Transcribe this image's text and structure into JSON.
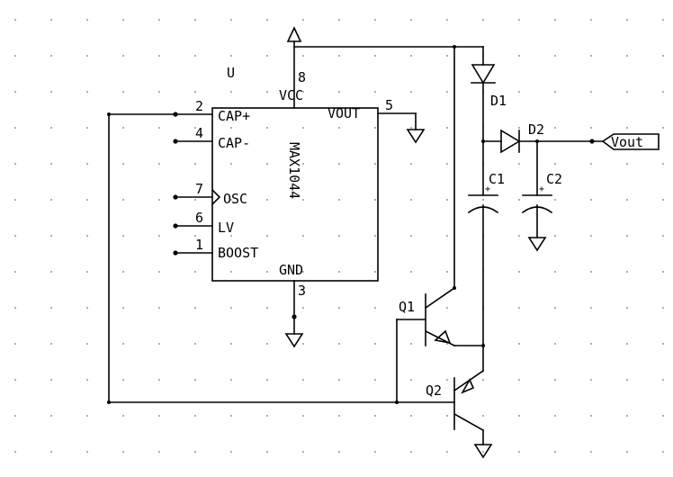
{
  "component": {
    "ref": "U",
    "part": "MAX1044",
    "pins": {
      "p8": "8",
      "vcc": "VCC",
      "p2": "2",
      "cap_plus": "CAP+",
      "p4": "4",
      "cap_minus": "CAP-",
      "p7": "7",
      "osc": "OSC",
      "p6": "6",
      "lv": "LV",
      "p1": "1",
      "boost": "BOOST",
      "p5": "5",
      "vout": "VOUT",
      "p3": "3",
      "gnd": "GND"
    }
  },
  "parts": {
    "d1": "D1",
    "d2": "D2",
    "c1": "C1",
    "c2": "C2",
    "q1": "Q1",
    "q2": "Q2",
    "plus": "+"
  },
  "port": {
    "label": "Vout"
  }
}
